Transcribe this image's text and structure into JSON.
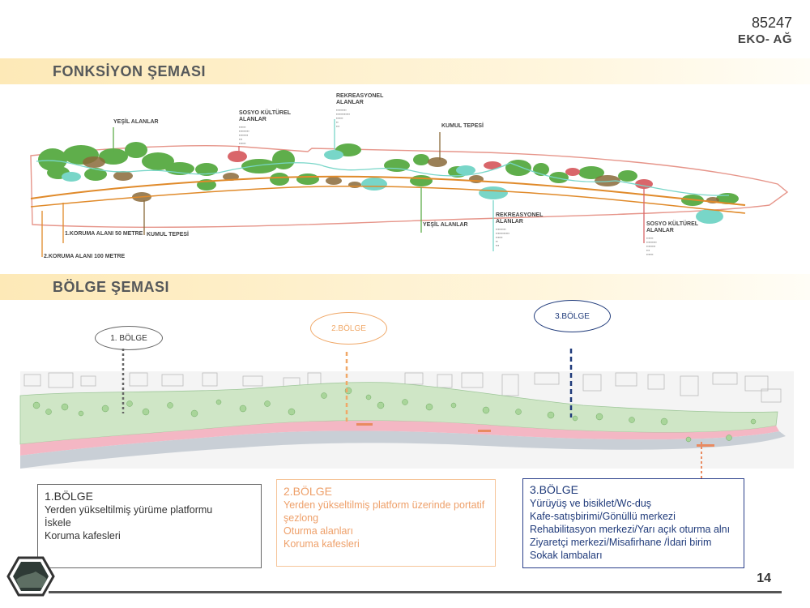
{
  "header": {
    "code": "85247",
    "brand": "EKO- AĞ"
  },
  "sections": {
    "fonksiyon": "FONKSİYON ŞEMASI",
    "bolge": "BÖLGE ŞEMASI"
  },
  "map1_labels": {
    "yesil1": "YEŞİL ALANLAR",
    "sosyo1": "SOSYO KÜLTÜREL\nALANLAR",
    "rekreasyonel1": "REKREASYONEL\nALANLAR",
    "kumul1": "KUMUL TEPESİ",
    "koruma50": "1.KORUMA ALANI 50 METRE",
    "koruma100": "2.KORUMA ALANI 100 METRE",
    "kumul2": "KUMUL TEPESİ",
    "yesil2": "YEŞİL ALANLAR",
    "rekreasyonel2": "REKREASYONEL\nALANLAR",
    "sosyo2": "SOSYO KÜLTÜREL\nALANLAR"
  },
  "zones": {
    "z1": "1. BÖLGE",
    "z2": "2.BÖLGE",
    "z3": "3.BÖLGE"
  },
  "boxes": {
    "b1": {
      "title": "1.BÖLGE",
      "items": [
        "Yerden yükseltilmiş yürüme platformu",
        "İskele",
        "Koruma kafesleri"
      ]
    },
    "b2": {
      "title": "2.BÖLGE",
      "items": [
        "Yerden yükseltilmiş platform üzerinde portatif şezlong",
        "Oturma alanları",
        "Koruma kafesleri"
      ]
    },
    "b3": {
      "title": "3.BÖLGE",
      "items": [
        "Yürüyüş ve bisiklet/Wc-duş",
        "Kafe-satışbirimi/Gönüllü merkezi",
        "Rehabilitasyon merkezi/Yarı açık oturma alnı",
        "Ziyaretçi merkezi/Misafirhane /İdari birim",
        "Sokak lambaları"
      ]
    }
  },
  "page_number": "14",
  "colors": {
    "green": "#5fae4b",
    "brown": "#8a6a3a",
    "red": "#d9666a",
    "teal": "#78d6c8",
    "orange": "#e08a2a",
    "zone1": "#444444",
    "zone2": "#f0a868",
    "zone3": "#1f3a7a"
  }
}
